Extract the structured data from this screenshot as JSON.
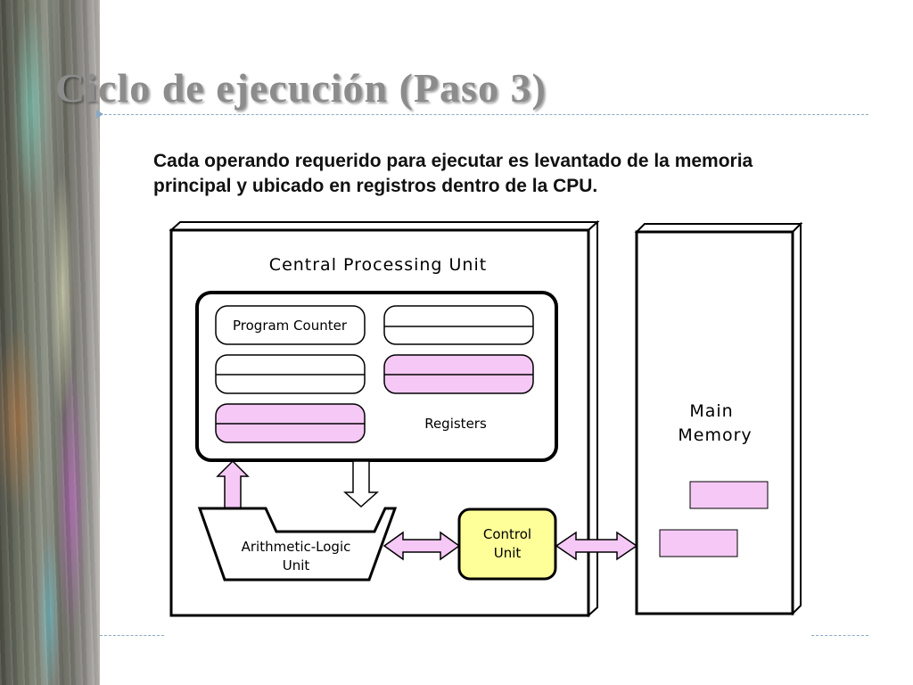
{
  "slide": {
    "title": "Ciclo de ejecución (Paso 3)",
    "body": "Cada operando requerido para ejecutar es levantado de la memoria principal y ubicado en registros dentro de la CPU."
  },
  "diagram": {
    "cpu_label": "Central Processing Unit",
    "program_counter_label": "Program Counter",
    "registers_label": "Registers",
    "alu_label_line1": "Arithmetic-Logic",
    "alu_label_line2": "Unit",
    "control_unit_line1": "Control",
    "control_unit_line2": "Unit",
    "main_memory_line1": "Main",
    "main_memory_line2": "Memory",
    "colors": {
      "highlight_pink": "#f5c8f5",
      "control_unit_yellow": "#ffff99",
      "rule_blue": "#8aa8c4"
    }
  }
}
